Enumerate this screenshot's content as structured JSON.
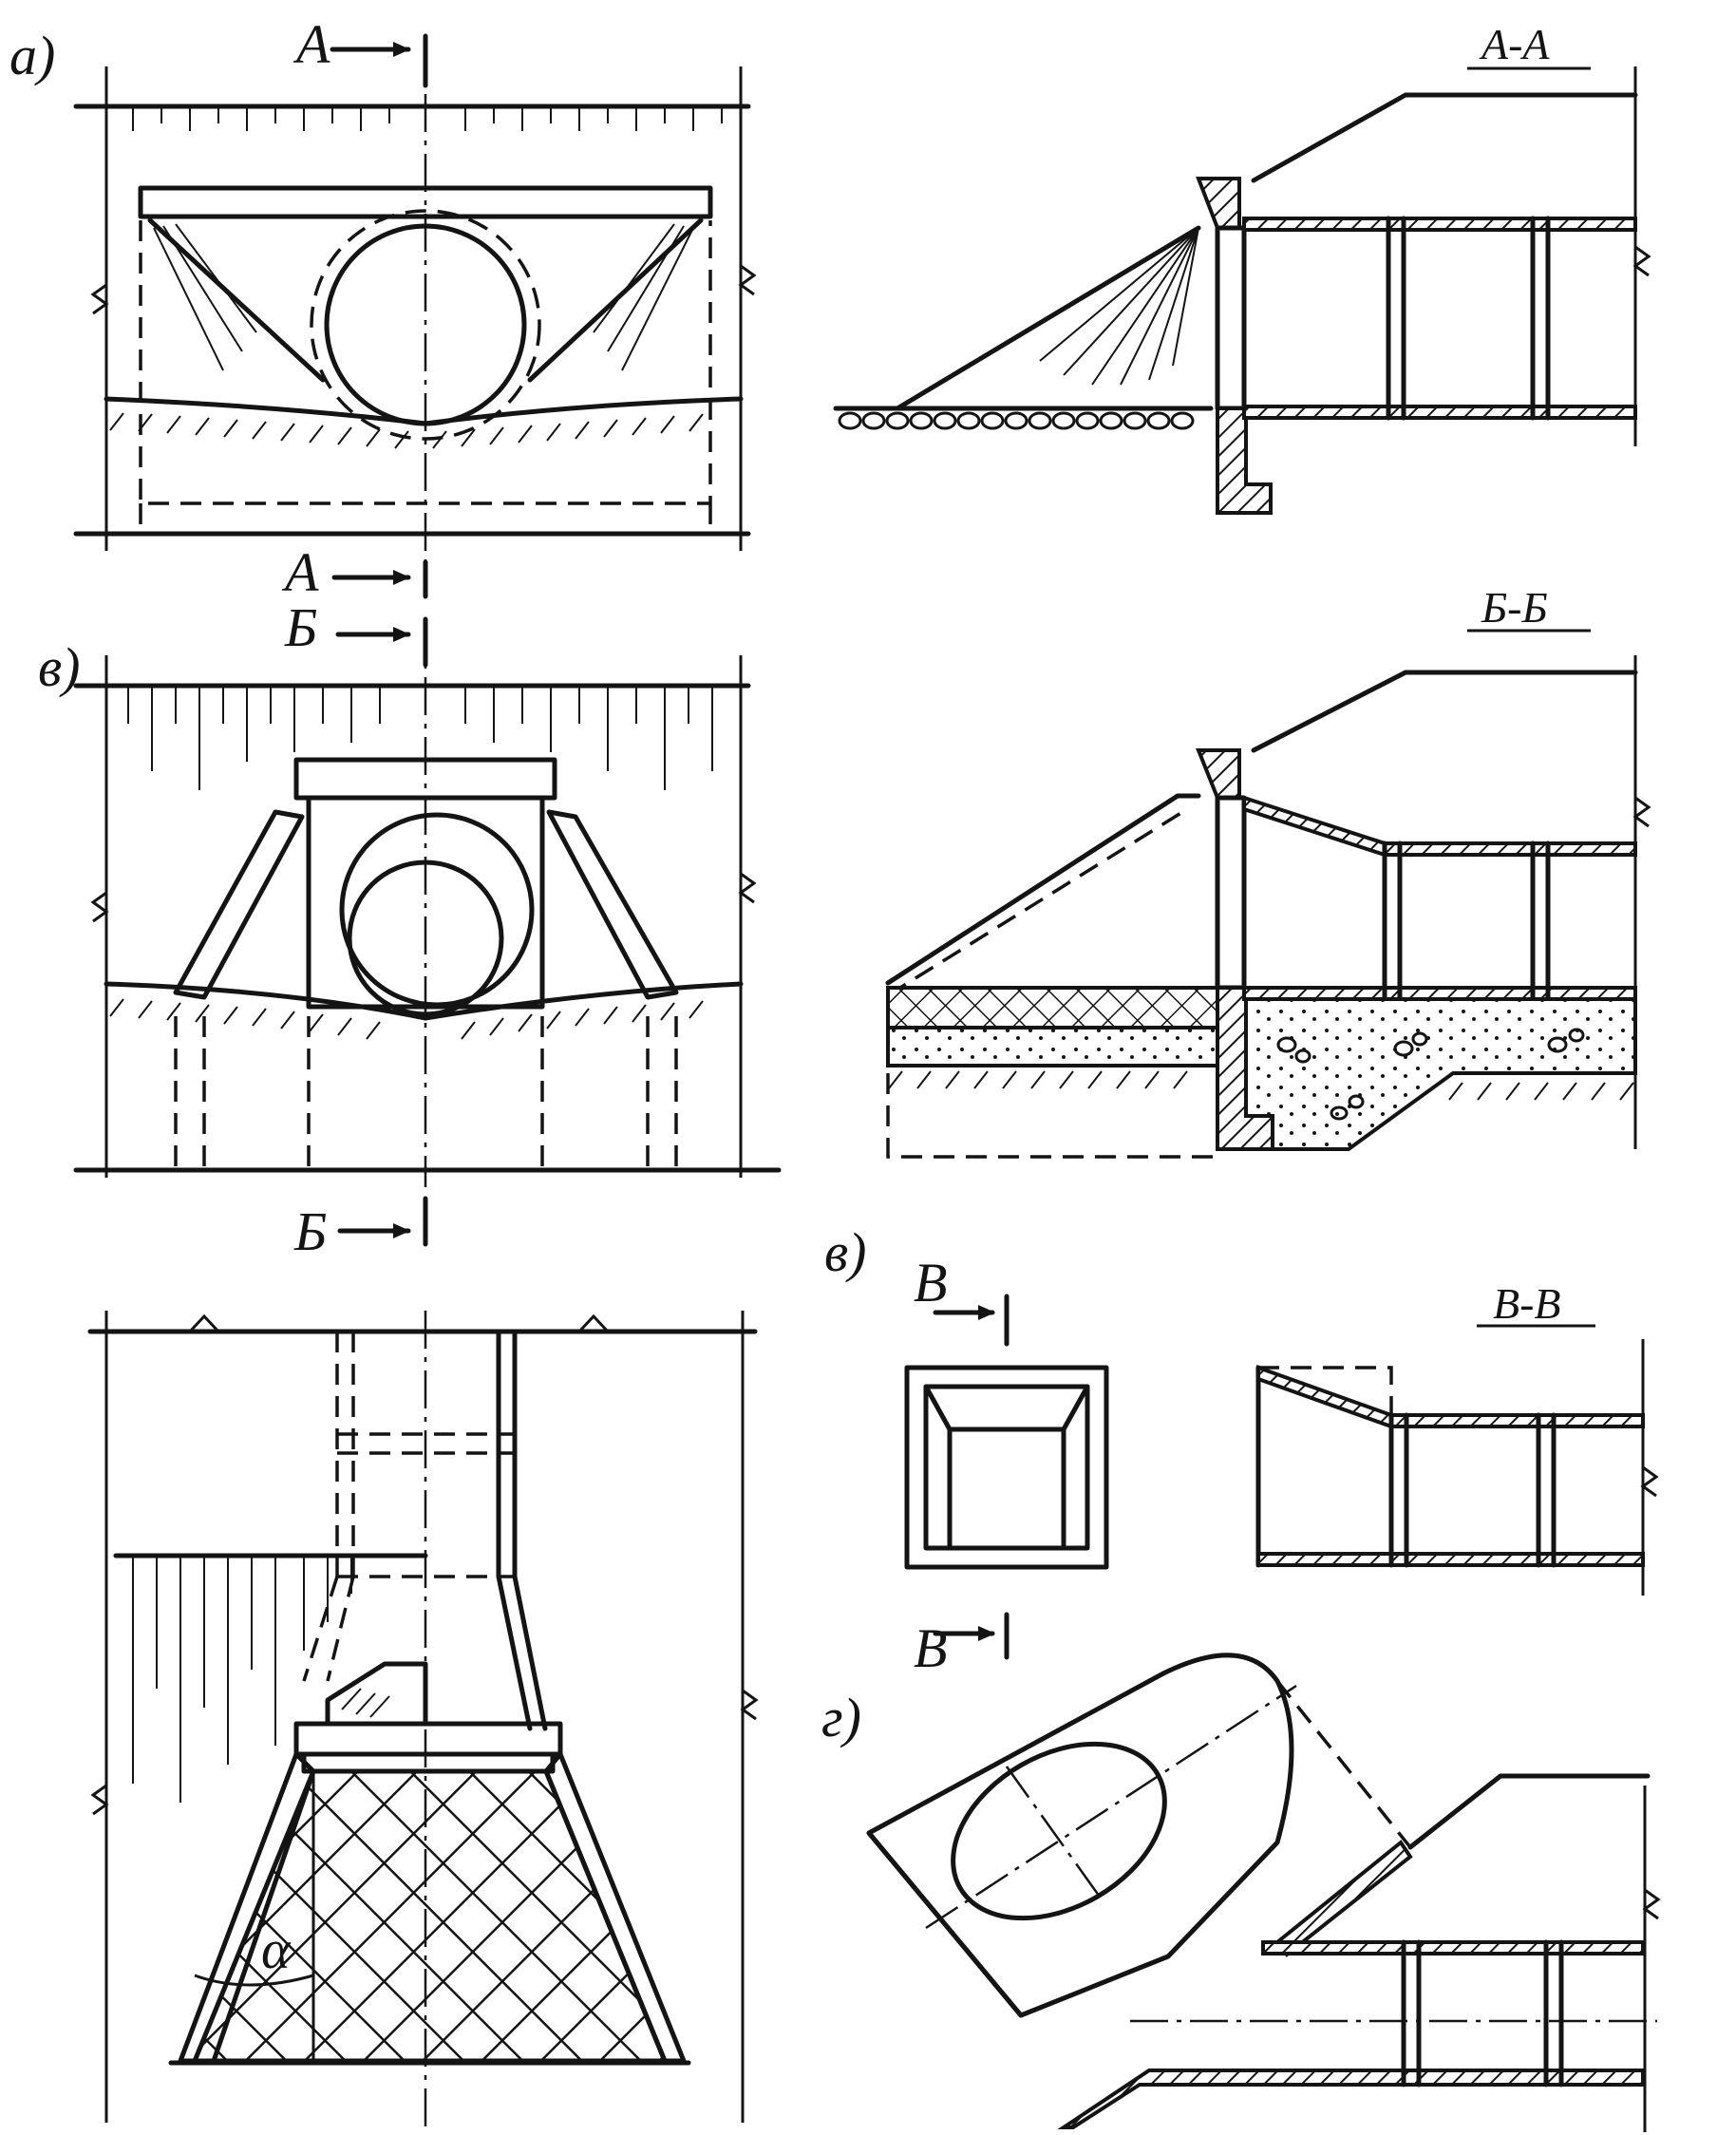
{
  "labels": {
    "fig_a": "a)",
    "fig_b": "в)",
    "fig_c": "в)",
    "fig_d": "г)",
    "section_aa": "А-А",
    "section_bb": "Б-Б",
    "section_vv": "В-В",
    "cut_a": "А",
    "cut_b": "Б",
    "cut_v": "В",
    "angle": "α"
  },
  "colors": {
    "ink": "#141414",
    "paper": "#ffffff"
  }
}
